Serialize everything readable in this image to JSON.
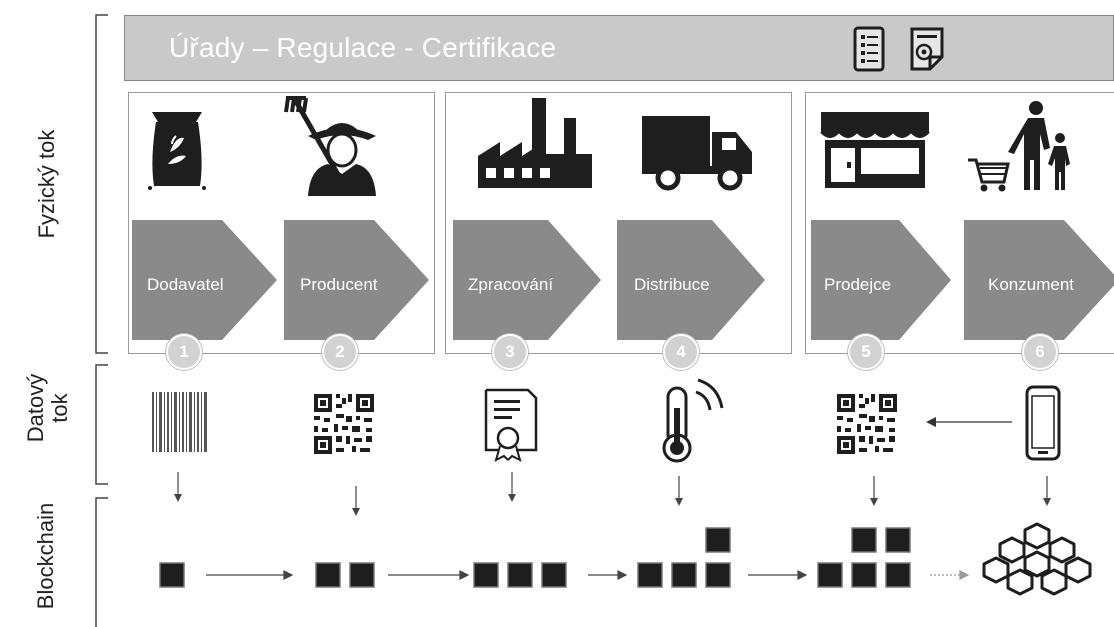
{
  "side_labels": {
    "physical": "Fyzický tok",
    "data_line1": "Datový",
    "data_line2": "tok",
    "blockchain": "Blockchain"
  },
  "banner": {
    "title": "Úřady – Regulace - Certifikace",
    "icons": [
      "document-list-icon",
      "certificate-document-icon"
    ]
  },
  "stages": [
    {
      "label": "Dodavatel",
      "number": "1",
      "icon": "seed-bag-icon",
      "data_icon": "barcode-icon",
      "blocks": 1
    },
    {
      "label": "Producent",
      "number": "2",
      "icon": "farmer-icon",
      "data_icon": "qr-code-icon",
      "blocks": 2
    },
    {
      "label": "Zpracování",
      "number": "3",
      "icon": "factory-icon",
      "data_icon": "certificate-icon",
      "blocks": 3
    },
    {
      "label": "Distribuce",
      "number": "4",
      "icon": "truck-icon",
      "data_icon": "thermometer-sensor-icon",
      "blocks": 4
    },
    {
      "label": "Prodejce",
      "number": "5",
      "icon": "shop-icon",
      "data_icon": "qr-code-icon",
      "blocks": 5
    },
    {
      "label": "Konzument",
      "number": "6",
      "icon": "shopping-family-icon",
      "data_icon": "smartphone-icon",
      "blocks": "network"
    }
  ],
  "colors": {
    "banner": "#c9c9c9",
    "arrow": "#8a8a8a",
    "icon": "#1e1e1e",
    "badge": "#d2d2d2"
  }
}
